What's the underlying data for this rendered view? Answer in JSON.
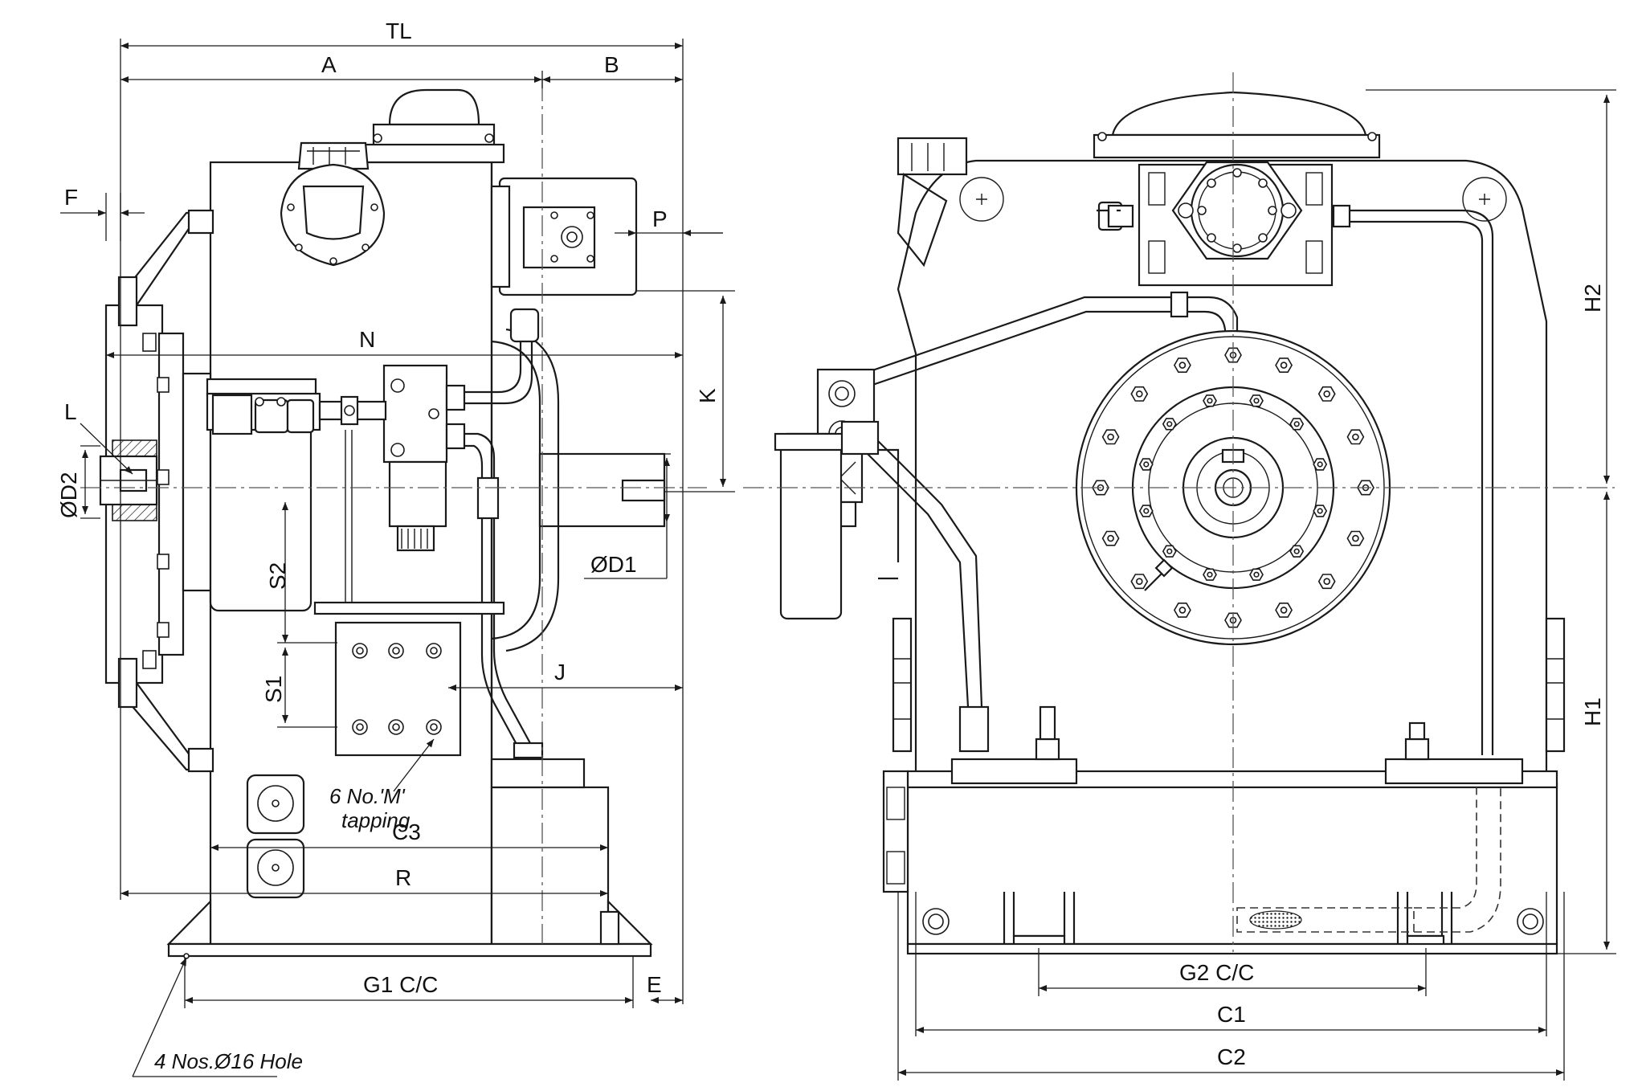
{
  "left_view": {
    "dimensions": {
      "tl": "TL",
      "a": "A",
      "b": "B",
      "f": "F",
      "p": "P",
      "n": "N",
      "k": "K",
      "l": "L",
      "od2": "ØD2",
      "od1": "ØD1",
      "s2": "S2",
      "s1": "S1",
      "j": "J",
      "c3": "C3",
      "r": "R",
      "g1": "G1 C/C",
      "e": "E"
    },
    "notes": {
      "tapping_line1": "6 No.'M'",
      "tapping_line2": "tapping",
      "holes": "4 Nos.Ø16 Hole"
    }
  },
  "right_view": {
    "dimensions": {
      "h2": "H2",
      "h1": "H1",
      "g2": "G2 C/C",
      "c1": "C1",
      "c2": "C2"
    }
  },
  "colors": {
    "line": "#1a1a1a",
    "background": "#ffffff"
  }
}
